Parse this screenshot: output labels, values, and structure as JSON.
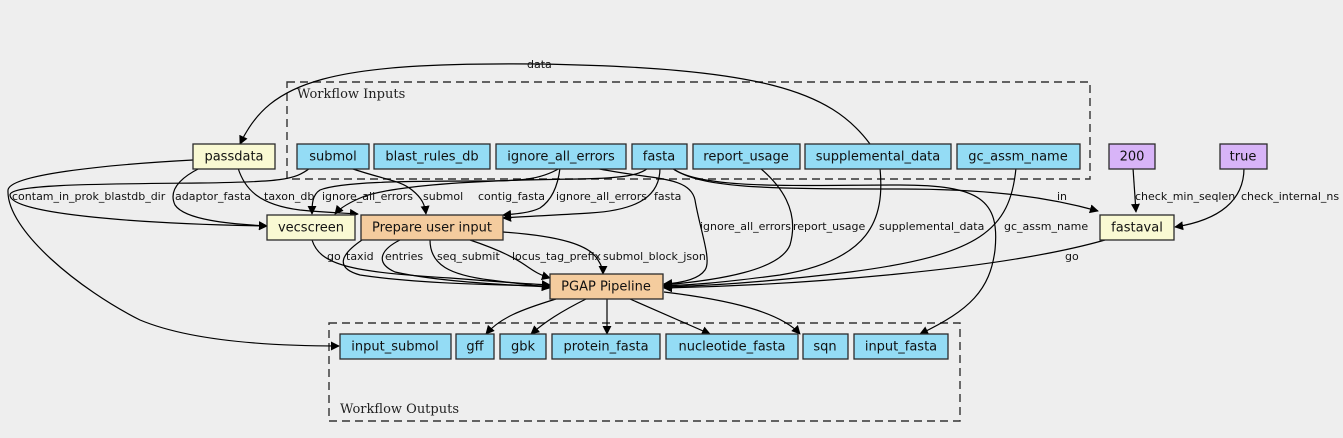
{
  "colors": {
    "input": "#94dcf5",
    "output": "#94dcf5",
    "step": "#f9f9d3",
    "subworkflow": "#f4cc9e",
    "constant": "#d8b4f8",
    "background": "#eeeeee"
  },
  "clusters": {
    "inputs": "Workflow Inputs",
    "outputs": "Workflow Outputs"
  },
  "nodes": {
    "passdata": "passdata",
    "submol": "submol",
    "blast_rules_db": "blast_rules_db",
    "ignore_all_errors": "ignore_all_errors",
    "fasta": "fasta",
    "report_usage": "report_usage",
    "supplemental_data": "supplemental_data",
    "gc_assm_name": "gc_assm_name",
    "const_200": "200",
    "const_true": "true",
    "vecscreen": "vecscreen",
    "prepare_user_input": "Prepare user input",
    "fastaval": "fastaval",
    "pgap_pipeline": "PGAP Pipeline",
    "out_input_submol": "input_submol",
    "out_gff": "gff",
    "out_gbk": "gbk",
    "out_protein_fasta": "protein_fasta",
    "out_nucleotide_fasta": "nucleotide_fasta",
    "out_sqn": "sqn",
    "out_input_fasta": "input_fasta"
  },
  "edge_labels": {
    "data": "data",
    "contam_in_prok_blastdb_dir": "contam_in_prok_blastdb_dir",
    "adaptor_fasta": "adaptor_fasta",
    "taxon_db": "taxon_db",
    "ignore_all_errors_pui": "ignore_all_errors",
    "submol": "submol",
    "contig_fasta": "contig_fasta",
    "ignore_all_errors_pui2": "ignore_all_errors",
    "fasta": "fasta",
    "in": "in",
    "check_min_seqlen": "check_min_seqlen",
    "check_internal_ns": "check_internal_ns",
    "ignore_all_errors_pgap": "ignore_all_errors",
    "report_usage": "report_usage",
    "supplemental_data": "supplemental_data",
    "gc_assm_name": "gc_assm_name",
    "go_vec": "go",
    "taxid": "taxid",
    "entries": "entries",
    "seq_submit": "seq_submit",
    "locus_tag_prefix": "locus_tag_prefix",
    "submol_block_json": "submol_block_json",
    "go_fastaval": "go"
  }
}
